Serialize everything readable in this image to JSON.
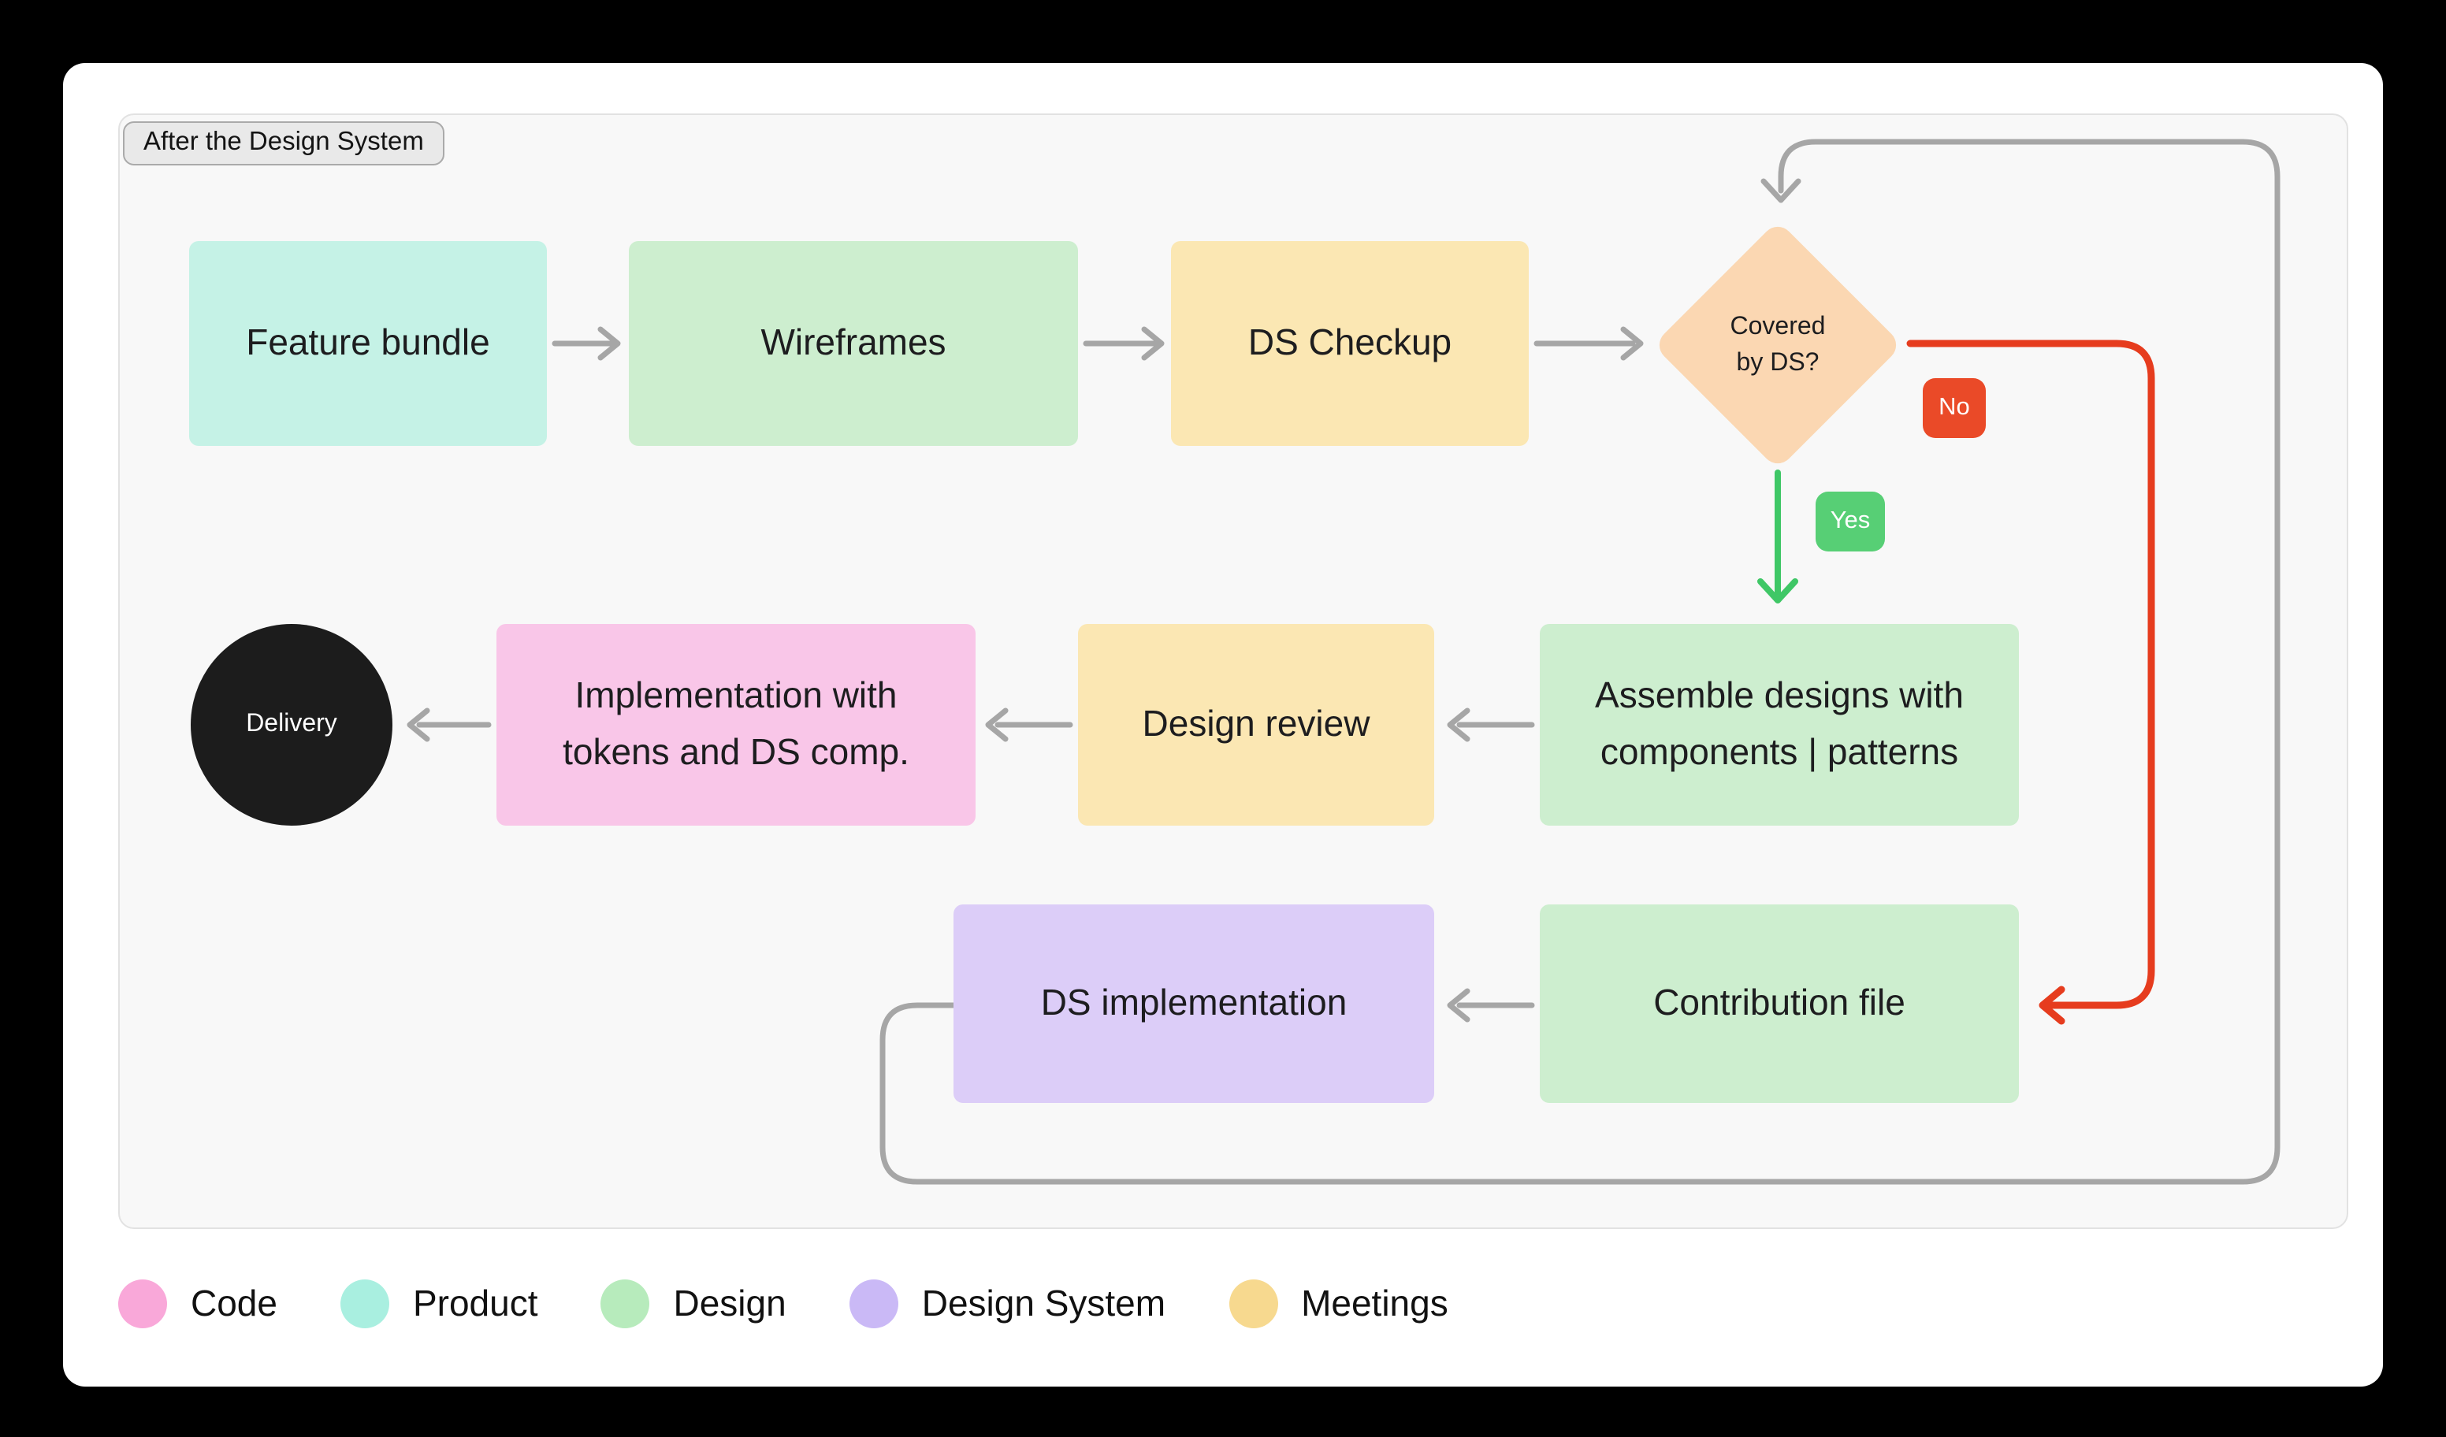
{
  "chip": {
    "label": "After the Design System"
  },
  "nodes": {
    "feature_bundle": {
      "label": "Feature bundle",
      "bg": "#c5f2e6"
    },
    "wireframes": {
      "label": "Wireframes",
      "bg": "#cdeecf"
    },
    "ds_checkup": {
      "label": "DS Checkup",
      "bg": "#fbe7b3"
    },
    "covered_by_ds": {
      "label": "Covered\nby DS?",
      "bg": "#fbd7b2"
    },
    "assemble": {
      "label": "Assemble designs with\ncomponents | patterns",
      "bg": "#cdeecf"
    },
    "design_review": {
      "label": "Design review",
      "bg": "#fbe7b3"
    },
    "implementation": {
      "label": "Implementation with\ntokens and DS comp.",
      "bg": "#f9c6e8"
    },
    "delivery": {
      "label": "Delivery",
      "bg": "#1c1c1c"
    },
    "contribution_file": {
      "label": "Contribution file",
      "bg": "#cdeecf"
    },
    "ds_implementation": {
      "label": "DS implementation",
      "bg": "#dccdf8"
    }
  },
  "badges": {
    "no": {
      "label": "No",
      "bg": "#ea4a28"
    },
    "yes": {
      "label": "Yes",
      "bg": "#57cf75"
    }
  },
  "colors": {
    "gray_arrow": "#a6a6a6",
    "green_arrow": "#3fc766",
    "red_arrow": "#e63c1e"
  },
  "legend": [
    {
      "label": "Code",
      "color": "#f9a8d9"
    },
    {
      "label": "Product",
      "color": "#a9efe0"
    },
    {
      "label": "Design",
      "color": "#b7ebbc"
    },
    {
      "label": "Design System",
      "color": "#cab9f6"
    },
    {
      "label": "Meetings",
      "color": "#f7d98f"
    }
  ]
}
